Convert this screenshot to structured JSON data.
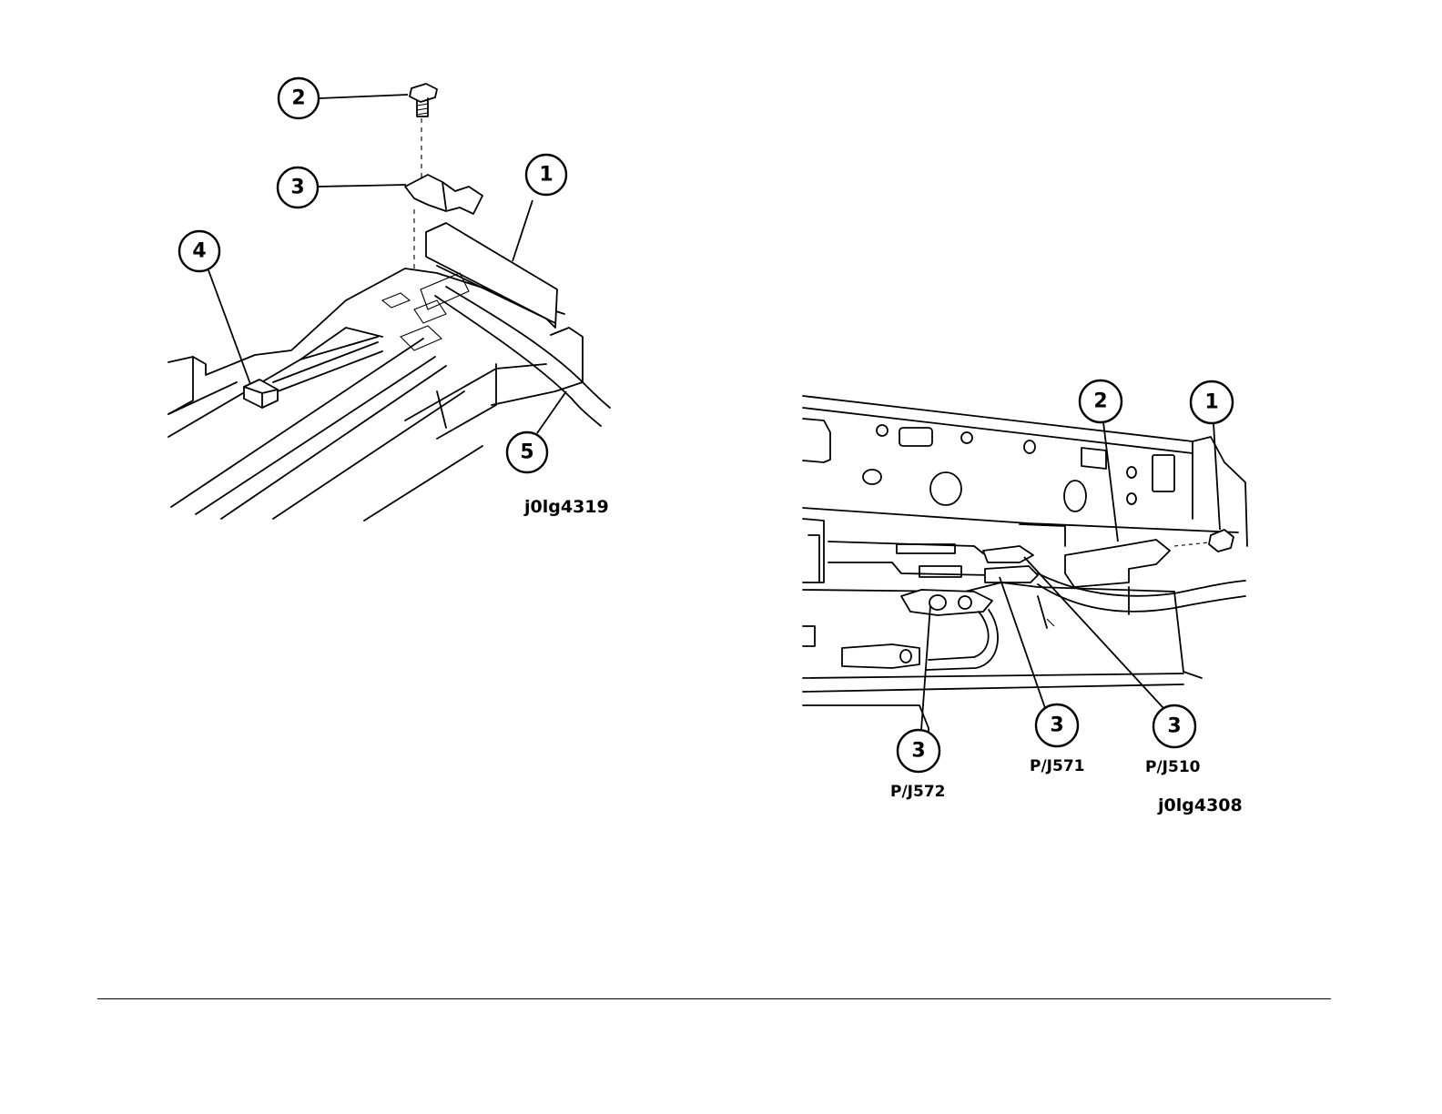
{
  "figures": [
    {
      "id": "j0lg4319",
      "callouts": [
        "1",
        "2",
        "3",
        "4",
        "5"
      ]
    },
    {
      "id": "j0lg4308",
      "callouts": [
        "1",
        "2",
        "3",
        "3",
        "3"
      ],
      "connectors": [
        "P/J572",
        "P/J571",
        "P/J510"
      ]
    }
  ]
}
